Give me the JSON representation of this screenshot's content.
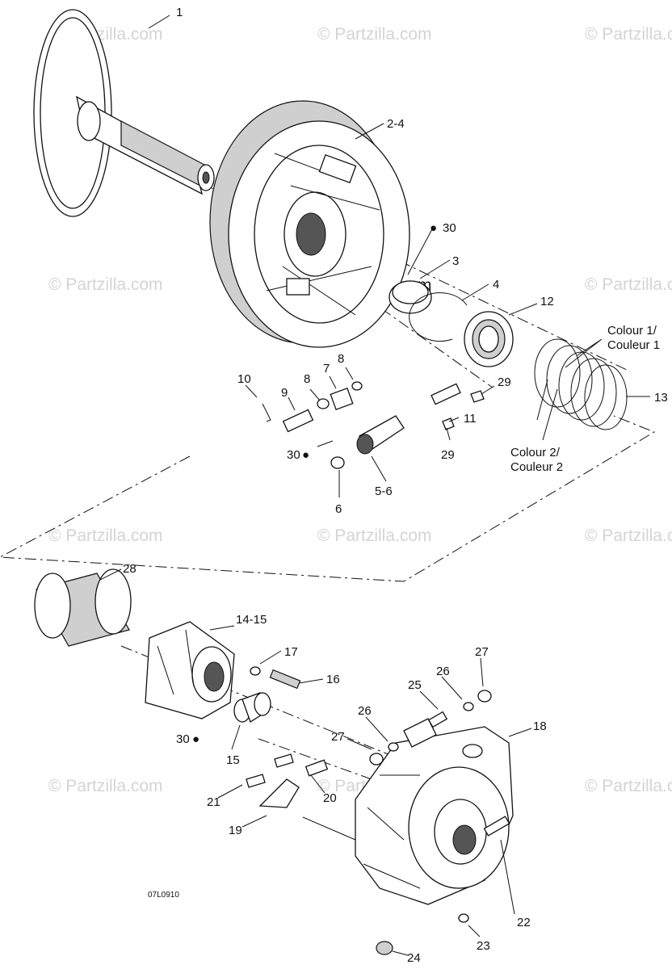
{
  "watermarks": {
    "text": "© Partzilla.com",
    "center_text": "© Partzilla.com"
  },
  "drawing_code": "07L0910",
  "callouts": {
    "c1": "1",
    "c2_4": "2-4",
    "c30a": "30",
    "c3": "3",
    "c4": "4",
    "c12": "12",
    "colour1": "Colour 1/",
    "couleur1": "Couleur 1",
    "c13": "13",
    "colour2": "Colour 2/",
    "couleur2": "Couleur 2",
    "c10": "10",
    "c9": "9",
    "c8a": "8",
    "c7": "7",
    "c8b": "8",
    "c29a": "29",
    "c11": "11",
    "c29b": "29",
    "c30b": "30",
    "c6": "6",
    "c5_6": "5-6",
    "c28": "28",
    "c14_15": "14-15",
    "c17": "17",
    "c16": "16",
    "c30c": "30",
    "c15": "15",
    "c27a": "27",
    "c26a": "26",
    "c25": "25",
    "c26b": "26",
    "c27b": "27",
    "c18": "18",
    "c21": "21",
    "c20": "20",
    "c19": "19",
    "c22": "22",
    "c23": "23",
    "c24": "24"
  }
}
